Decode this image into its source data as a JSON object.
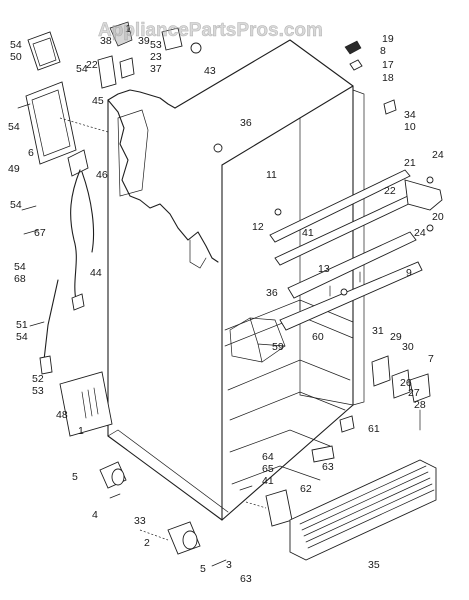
{
  "watermark": "AppliancePartsPros.com",
  "colors": {
    "line": "#1e1e1e",
    "paper": "#ffffff",
    "watermark": "#b9b9b9"
  },
  "callouts": [
    "54",
    "50",
    "38",
    "39",
    "1",
    "22",
    "53",
    "23",
    "37",
    "43",
    "19",
    "8",
    "17",
    "18",
    "54",
    "45",
    "36",
    "34",
    "10",
    "54",
    "49",
    "6",
    "46",
    "21",
    "24",
    "11",
    "22",
    "12",
    "41",
    "20",
    "54",
    "67",
    "24",
    "54",
    "68",
    "44",
    "13",
    "9",
    "36",
    "51",
    "54",
    "60",
    "59",
    "31",
    "29",
    "30",
    "7",
    "52",
    "53",
    "48",
    "61",
    "26",
    "27",
    "28",
    "5",
    "64",
    "65",
    "41",
    "63",
    "4",
    "33",
    "62",
    "2",
    "35",
    "5",
    "3",
    "63",
    "1"
  ]
}
